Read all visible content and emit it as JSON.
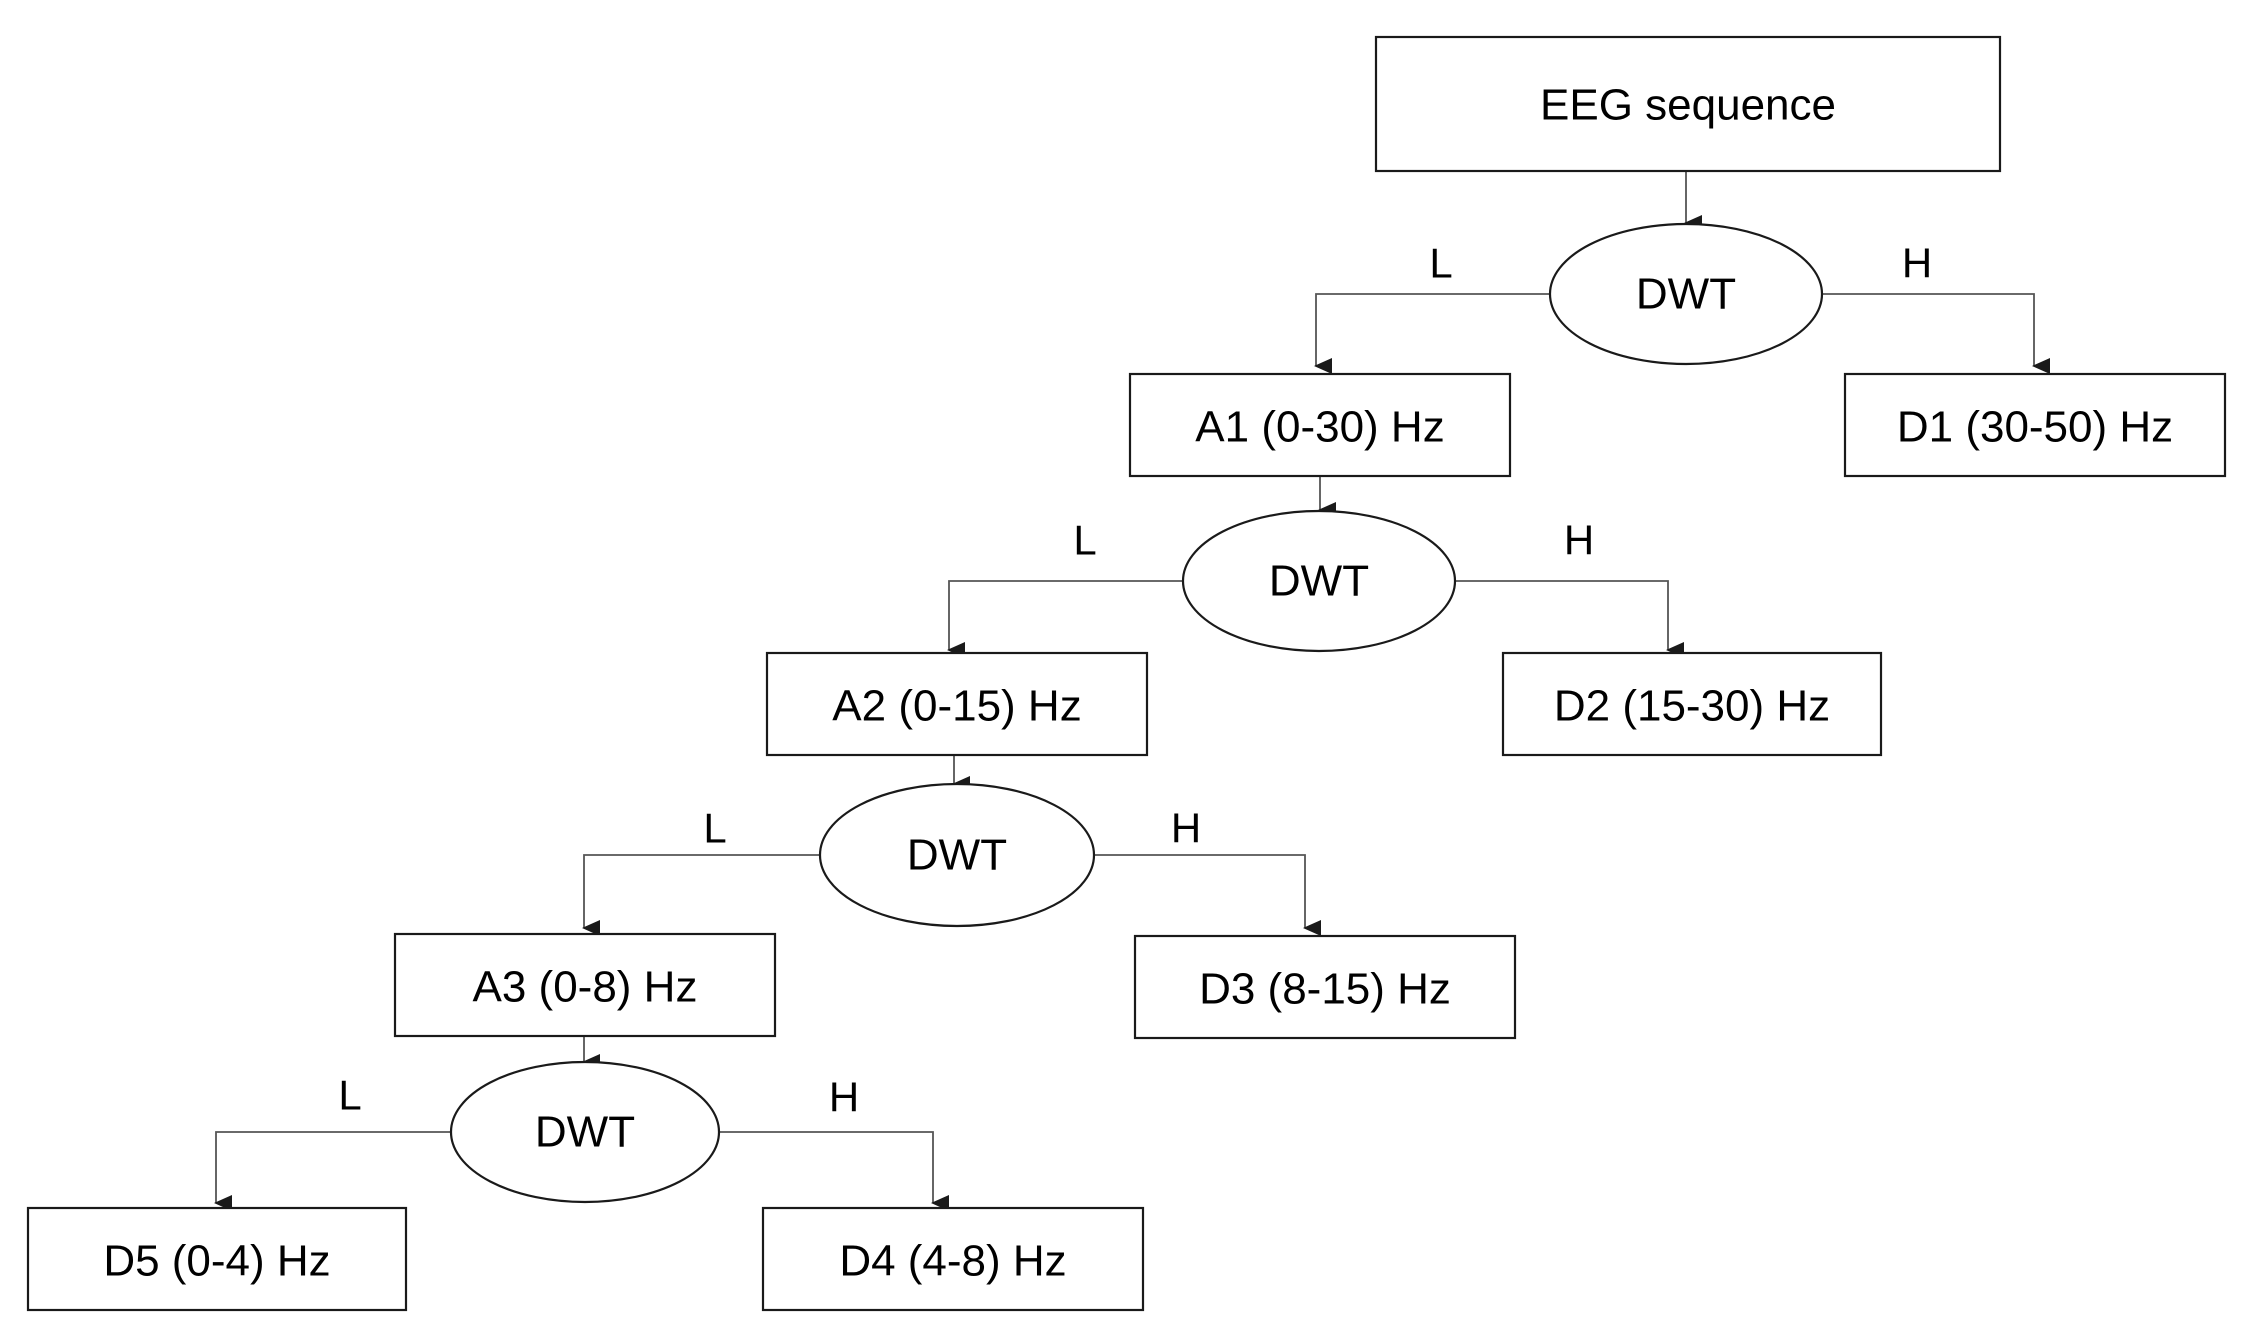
{
  "diagram": {
    "colors": {
      "stroke": "#1a1a1a",
      "edge": "#555555",
      "text": "#000000",
      "background": "#ffffff"
    },
    "input": {
      "label": "EEG sequence"
    },
    "levels": [
      {
        "transform": "DWT",
        "low_label": "L",
        "high_label": "H",
        "approx": "A1 (0-30) Hz",
        "detail": "D1 (30-50) Hz"
      },
      {
        "transform": "DWT",
        "low_label": "L",
        "high_label": "H",
        "approx": "A2 (0-15) Hz",
        "detail": "D2 (15-30) Hz"
      },
      {
        "transform": "DWT",
        "low_label": "L",
        "high_label": "H",
        "approx": "A3 (0-8) Hz",
        "detail": "D3 (8-15) Hz"
      },
      {
        "transform": "DWT",
        "low_label": "L",
        "high_label": "H",
        "approx": "D5 (0-4) Hz",
        "detail": "D4 (4-8) Hz"
      }
    ]
  }
}
